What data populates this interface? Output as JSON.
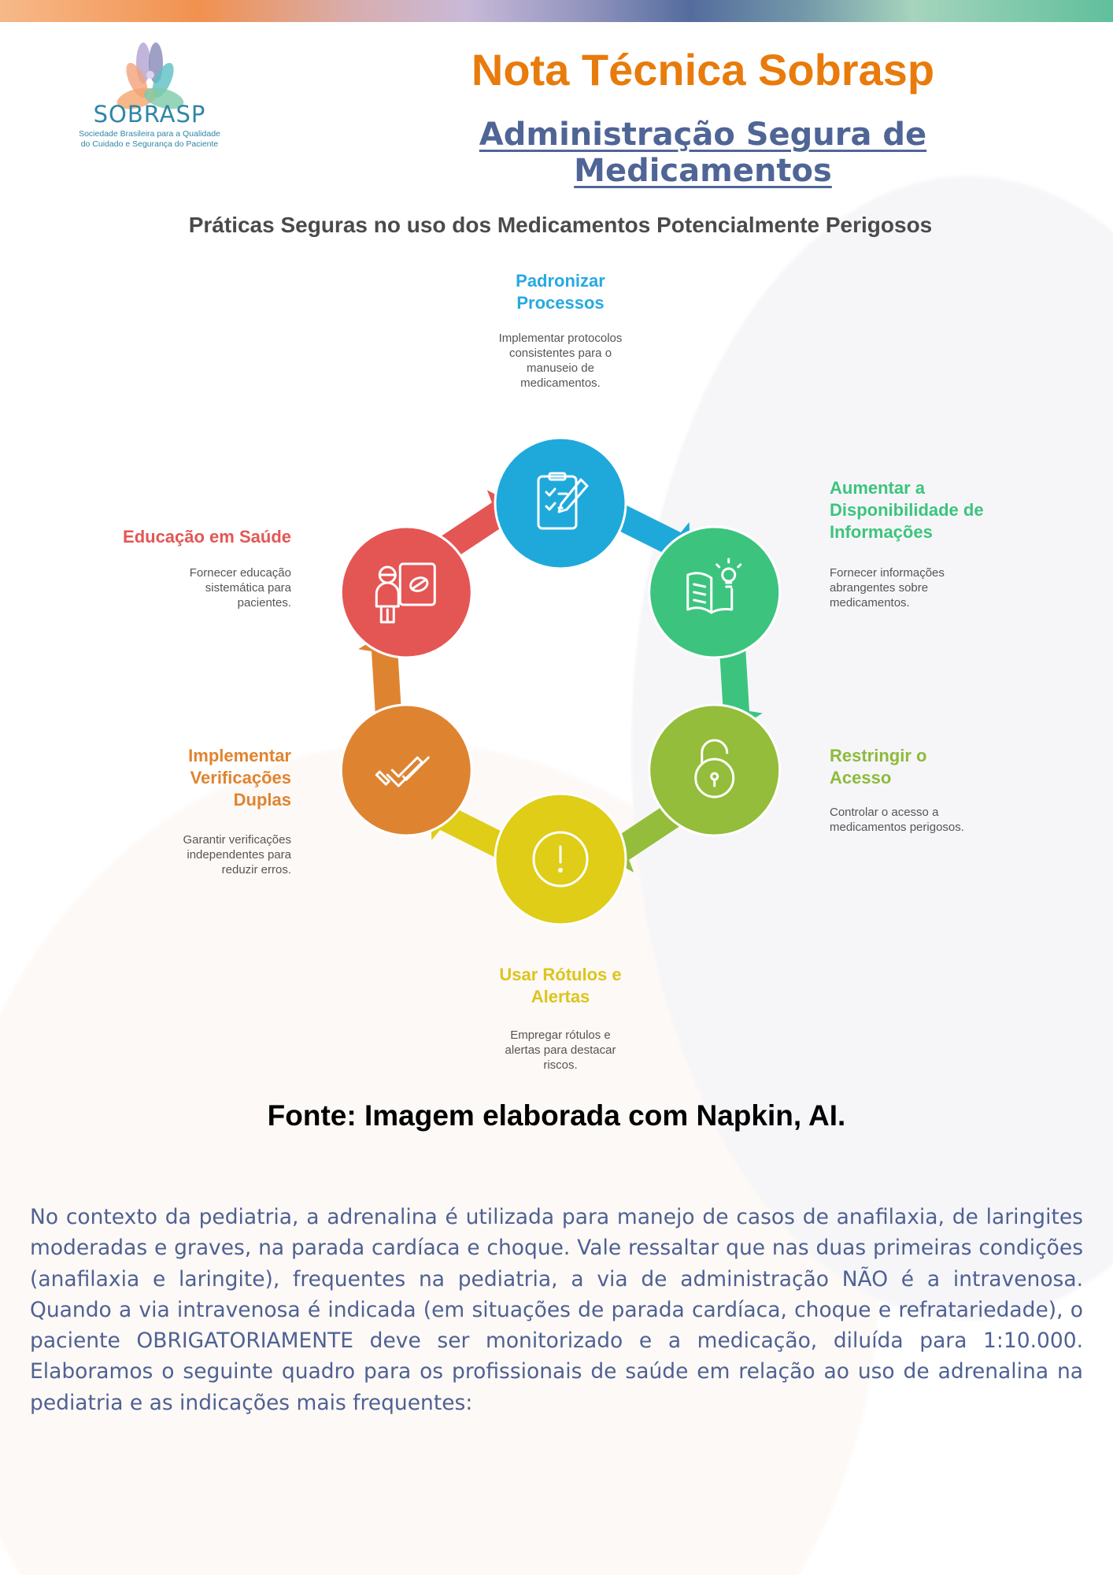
{
  "header": {
    "logo_name": "SOBRASP",
    "logo_subtitle_line1": "Sociedade Brasileira para a Qualidade",
    "logo_subtitle_line2": "do Cuidado e Segurança do Paciente",
    "title": "Nota Técnica Sobrasp",
    "subtitle": "Administração Segura de Medicamentos"
  },
  "diagram": {
    "title": "Práticas Seguras no uso dos Medicamentos Potencialmente Perigosos",
    "steps": [
      {
        "title_l1": "Padronizar",
        "title_l2": "Processos",
        "desc_l1": "Implementar protocolos",
        "desc_l2": "consistentes para o",
        "desc_l3": "manuseio de",
        "desc_l4": "medicamentos.",
        "color": "#1fa9db",
        "label_color": "#27a9e1",
        "icon": "clipboard-pencil-icon"
      },
      {
        "title_l1": "Aumentar a",
        "title_l2": "Disponibilidade de",
        "title_l3": "Informações",
        "desc_l1": "Fornecer informações",
        "desc_l2": "abrangentes sobre",
        "desc_l3": "medicamentos.",
        "color": "#3cc47f",
        "label_color": "#3cc47c",
        "icon": "book-lightbulb-icon"
      },
      {
        "title_l1": "Restringir o",
        "title_l2": "Acesso",
        "desc_l1": "Controlar o acesso a",
        "desc_l2": "medicamentos perigosos.",
        "color": "#93bd3a",
        "label_color": "#8dbb3b",
        "icon": "padlock-icon"
      },
      {
        "title_l1": "Usar Rótulos e",
        "title_l2": "Alertas",
        "desc_l1": "Empregar rótulos e",
        "desc_l2": "alertas para destacar",
        "desc_l3": "riscos.",
        "color": "#dfcd17",
        "label_color": "#dcc51d",
        "icon": "alert-icon"
      },
      {
        "title_l1": "Implementar",
        "title_l2": "Verificações",
        "title_l3": "Duplas",
        "desc_l1": "Garantir verificações",
        "desc_l2": "independentes para",
        "desc_l3": "reduzir erros.",
        "color": "#de8431",
        "label_color": "#e0842f",
        "icon": "double-check-icon"
      },
      {
        "title_l1": "Educação em Saúde",
        "desc_l1": "Fornecer educação",
        "desc_l2": "sistemática para",
        "desc_l3": "pacientes.",
        "color": "#e45654",
        "label_color": "#e45654",
        "icon": "teacher-board-icon"
      }
    ]
  },
  "caption": "Fonte: Imagem elaborada com Napkin, AI.",
  "paragraph": "No contexto da pediatria, a adrenalina é utilizada para manejo de casos de anafilaxia, de laringites moderadas e graves, na parada cardíaca e choque. Vale ressaltar que nas duas primeiras condições (anafilaxia e laringite), frequentes na pediatria, a via de administração NÃO é a intravenosa. Quando a via intravenosa é indicada (em situações de parada cardíaca, choque e refratariedade), o paciente OBRIGATORIAMENTE deve ser monitorizado e a medicação, diluída para 1:10.000. Elaboramos o seguinte quadro para os profissionais de saúde em relação ao uso de adrenalina na pediatria e as indicações mais frequentes:"
}
